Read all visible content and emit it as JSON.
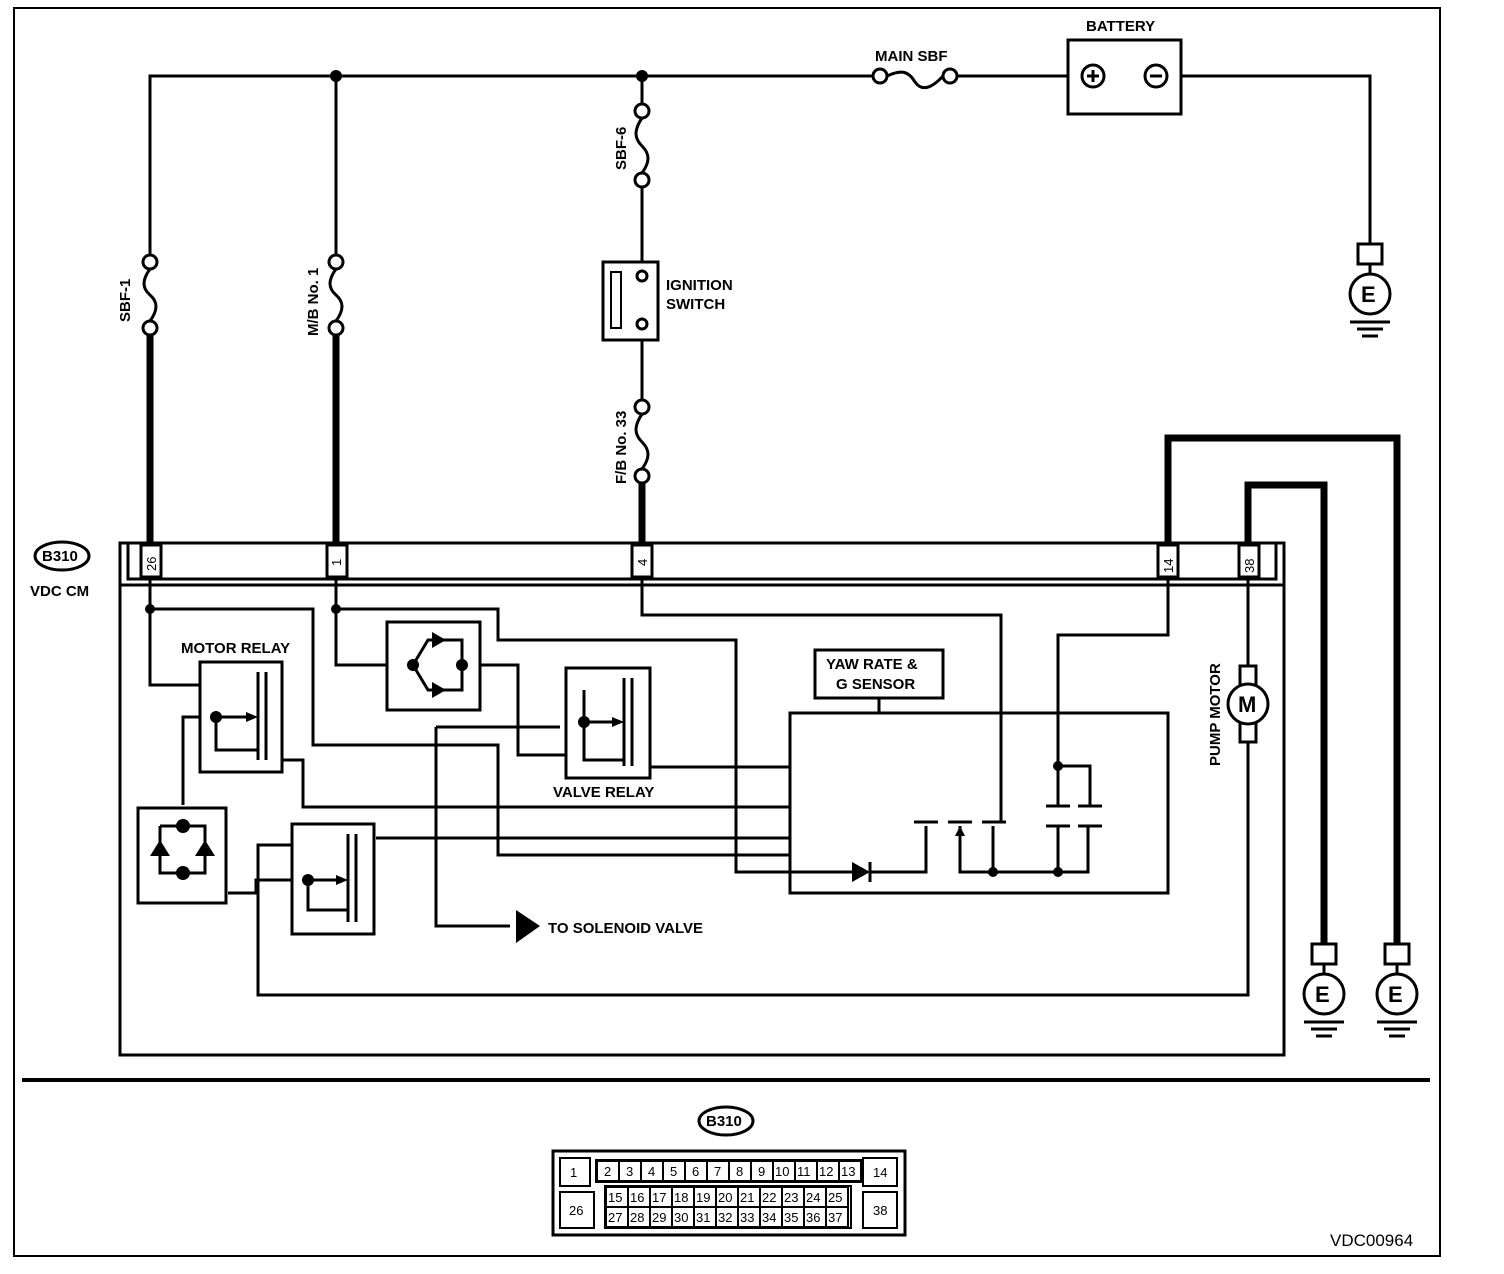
{
  "labels": {
    "battery": "BATTERY",
    "main_sbf": "MAIN SBF",
    "sbf6": "SBF-6",
    "sbf1": "SBF-1",
    "mb1": "M/B No. 1",
    "ignition_1": "IGNITION",
    "ignition_2": "SWITCH",
    "fb33": "F/B No. 33",
    "connector_badge": "B310",
    "vdc_cm": "VDC CM",
    "motor_relay": "MOTOR RELAY",
    "valve_relay": "VALVE RELAY",
    "yaw_1": "YAW RATE &",
    "yaw_2": "G SENSOR",
    "pump_motor": "PUMP MOTOR",
    "motor_symbol": "M",
    "to_solenoid": "TO SOLENOID VALVE",
    "ground": "E",
    "plus": "+",
    "minus": "−",
    "figure_id": "VDC00964"
  },
  "pins": [
    "26",
    "1",
    "4",
    "14",
    "38"
  ],
  "connector_table": {
    "left_top": "1",
    "left_bottom": "26",
    "row1": [
      "2",
      "3",
      "4",
      "5",
      "6",
      "7",
      "8",
      "9",
      "10",
      "11",
      "12",
      "13"
    ],
    "row2": [
      "15",
      "16",
      "17",
      "18",
      "19",
      "20",
      "21",
      "22",
      "23",
      "24",
      "25"
    ],
    "row3": [
      "27",
      "28",
      "29",
      "30",
      "31",
      "32",
      "33",
      "34",
      "35",
      "36",
      "37"
    ],
    "right_top": "14",
    "right_bottom": "38"
  }
}
